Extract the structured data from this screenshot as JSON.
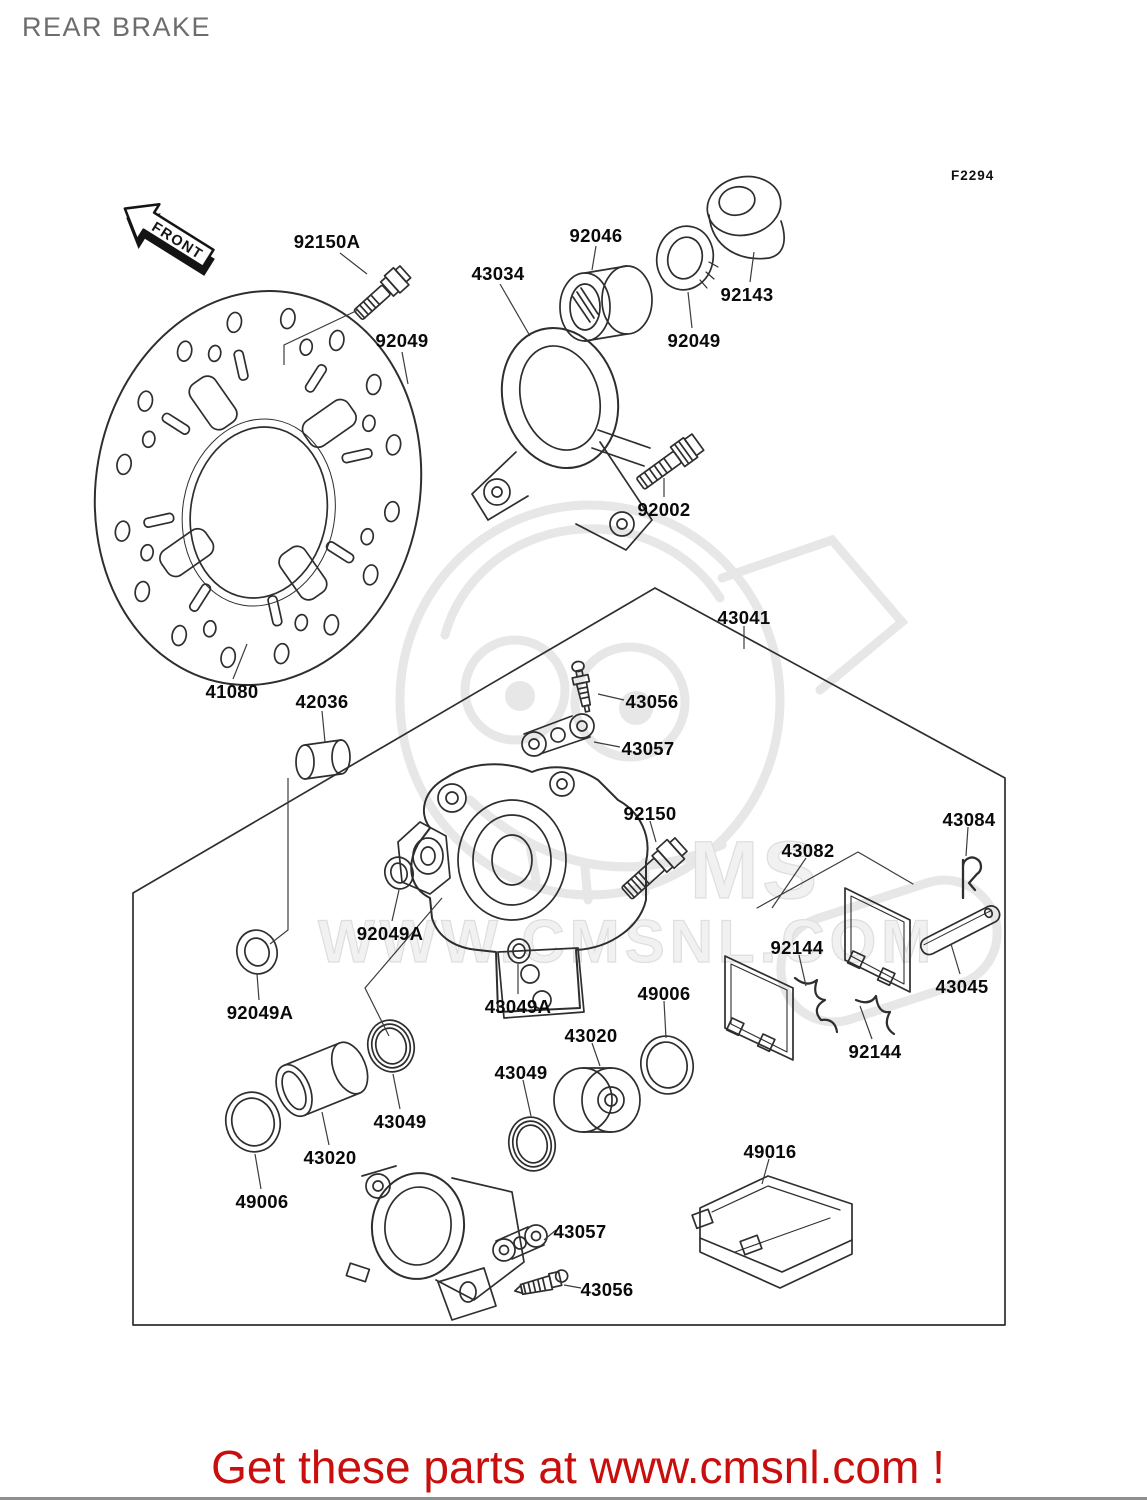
{
  "page": {
    "title": "REAR BRAKE",
    "figure_code": "F2294",
    "footer_text": "Get these parts at www.cmsnl.com !",
    "colors": {
      "footer": "#c90e0e",
      "title": "#6d6d6d",
      "watermark": "#e7e7e7",
      "line": "#2e2e2e"
    }
  },
  "front_arrow": {
    "label": "FRONT"
  },
  "watermark": {
    "big_letters": "MS",
    "url_text": "WWW.CMSNL.COM"
  },
  "parts": [
    {
      "text": "92150A"
    },
    {
      "text": "43034"
    },
    {
      "text": "92046"
    },
    {
      "text": "92049"
    },
    {
      "text": "92049"
    },
    {
      "text": "92143"
    },
    {
      "text": "92002"
    },
    {
      "text": "41080"
    },
    {
      "text": "42036"
    },
    {
      "text": "43041"
    },
    {
      "text": "43056"
    },
    {
      "text": "43057"
    },
    {
      "text": "92150"
    },
    {
      "text": "43082"
    },
    {
      "text": "43084"
    },
    {
      "text": "92144"
    },
    {
      "text": "43045"
    },
    {
      "text": "92144"
    },
    {
      "text": "92049A"
    },
    {
      "text": "92049A"
    },
    {
      "text": "43049A"
    },
    {
      "text": "49006"
    },
    {
      "text": "43020"
    },
    {
      "text": "43049"
    },
    {
      "text": "43049"
    },
    {
      "text": "43020"
    },
    {
      "text": "49006"
    },
    {
      "text": "49016"
    },
    {
      "text": "43057"
    },
    {
      "text": "43056"
    }
  ]
}
